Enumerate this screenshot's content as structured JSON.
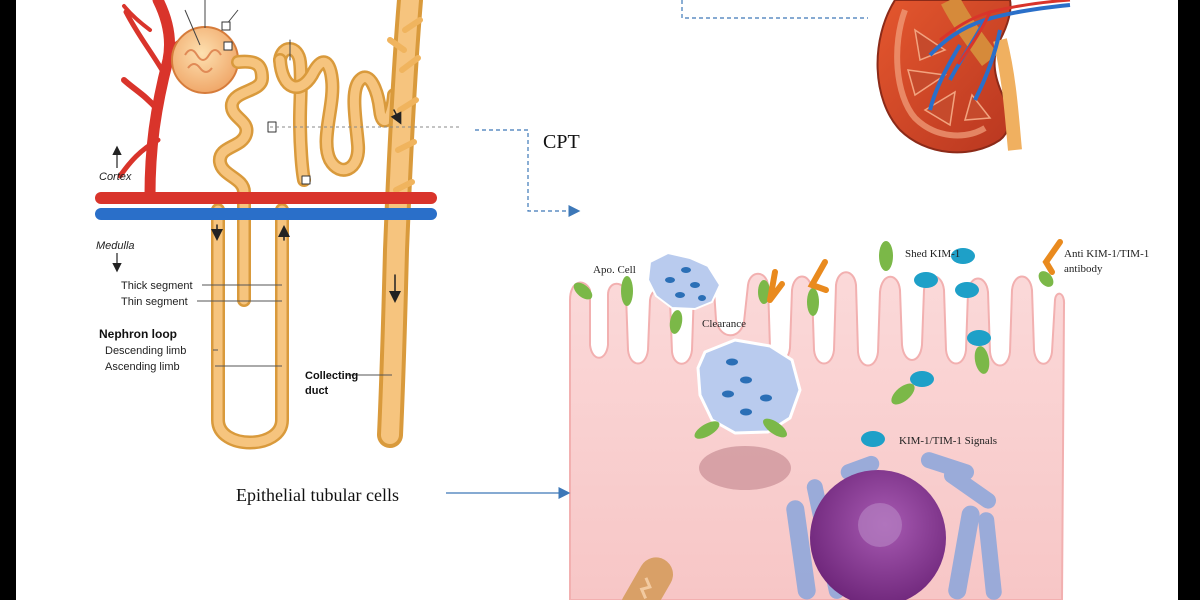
{
  "labels": {
    "cortex": "Cortex",
    "medulla": "Medulla",
    "thick_segment": "Thick segment",
    "thin_segment": "Thin segment",
    "nephron_loop": "Nephron loop",
    "descending_limb": "Descending limb",
    "ascending_limb": "Ascending limb",
    "collecting_duct_line1": "Collecting",
    "collecting_duct_line2": "duct",
    "cpt": "CPT",
    "epithelial_tubular_cells": "Epithelial tubular cells",
    "apo_cell": "Apo. Cell",
    "clearance": "Clearance",
    "shed_kim1": "Shed KIM-1",
    "anti_antibody_line1": "Anti KIM-1/TIM-1",
    "anti_antibody_line2": "antibody",
    "kim_signals": "KIM-1/TIM-1  Signals"
  },
  "colors": {
    "artery": "#d9342b",
    "vein": "#2a6fc9",
    "tubule": "#f6c47e",
    "tubule_edge": "#d99a3c",
    "cell_body": "#fbd3d3",
    "cell_edge": "#f2b0b0",
    "nucleus": "#7a2e86",
    "er": "#8aa6dc",
    "apoptotic": "#b9cbee",
    "kim_receptor": "#7bb848",
    "shed_kim": "#1ea0c8",
    "antibody": "#e98a1e",
    "dashed_line": "#3d78b8"
  }
}
